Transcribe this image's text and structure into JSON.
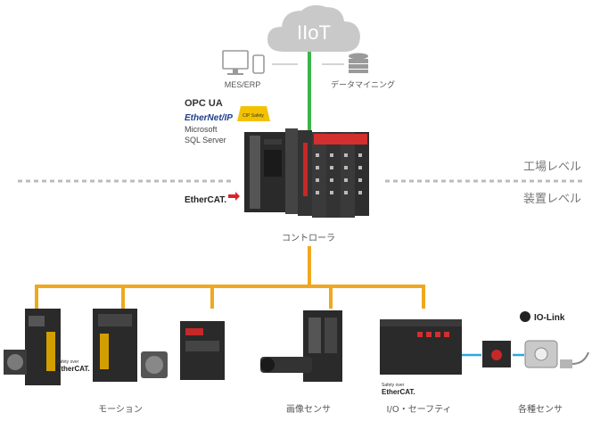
{
  "cloud": {
    "label": "IIoT",
    "color": "#c9c9c9"
  },
  "top_systems": {
    "mes_label": "MES/ERP",
    "data_mining_label": "データマイニング"
  },
  "protocols": {
    "opcua": "OPC UA",
    "ethernetip": "EtherNet/IP",
    "cip_safety": "CIP Safety",
    "sql_line1": "Microsoft",
    "sql_line2": "SQL Server",
    "ethercat": "EtherCAT."
  },
  "levels": {
    "factory": "工場レベル",
    "device": "装置レベル"
  },
  "controller_label": "コントローラ",
  "colors": {
    "network": "#f0a81e",
    "iiot_link": "#3cb54a",
    "io_link": "#2aa8e0",
    "divider": "#bbbbbb"
  },
  "safety_over": "Safety over",
  "io_link_label": "IO-Link",
  "groups": {
    "motion": "モーション",
    "vision": "画像センサ",
    "io_safety": "I/O・セーフティ",
    "sensors": "各種センサ"
  }
}
